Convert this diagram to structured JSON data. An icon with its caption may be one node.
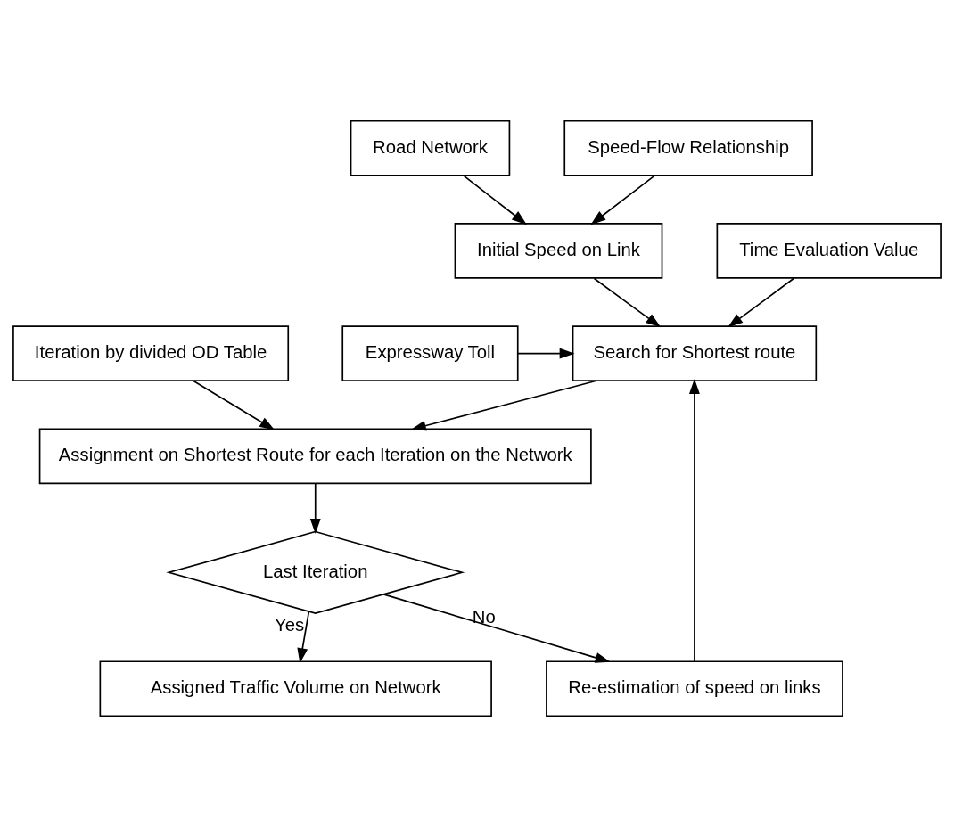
{
  "diagram": {
    "nodes": [
      {
        "text": [
          "Road Network"
        ]
      },
      {
        "text": [
          "Speed-Flow Relationship"
        ]
      },
      {
        "text": [
          "Initial Speed on Link"
        ]
      },
      {
        "text": [
          "Expressway Toll"
        ]
      },
      {
        "text": [
          "Search for Shortest route"
        ]
      },
      {
        "text": [
          "Re-estimation of speed on links"
        ]
      },
      {
        "text": [
          "Time Evaluation Value"
        ]
      },
      {
        "text": [
          "Iteration by divided OD Table"
        ]
      },
      {
        "text": [
          "Assignment on Shortest Route for each Iteration on the Network"
        ]
      },
      {
        "text": [
          "Last Iteration"
        ]
      },
      {
        "text": [
          "Assigned Traffic Volume on Network"
        ]
      }
    ],
    "edges": [
      {
        "from": 0,
        "to": 2,
        "arrow": "to"
      },
      {
        "from": 1,
        "to": 2,
        "arrow": "to"
      },
      {
        "from": 2,
        "to": 4,
        "arrow": "to"
      },
      {
        "from": 3,
        "to": 4,
        "arrow": "to"
      },
      {
        "from": 6,
        "to": 4,
        "arrow": "to"
      },
      {
        "from": 5,
        "to": 4,
        "arrow": "to"
      },
      {
        "from": 4,
        "to": 8,
        "arrow": "to"
      },
      {
        "from": 7,
        "to": 8,
        "arrow": "to"
      },
      {
        "from": 8,
        "to": 9,
        "arrow": "to"
      },
      {
        "from": 9,
        "to": 5,
        "arrow": "to",
        "label": "No"
      },
      {
        "from": 9,
        "to": 10,
        "arrow": "to",
        "label": "Yes"
      }
    ]
  }
}
